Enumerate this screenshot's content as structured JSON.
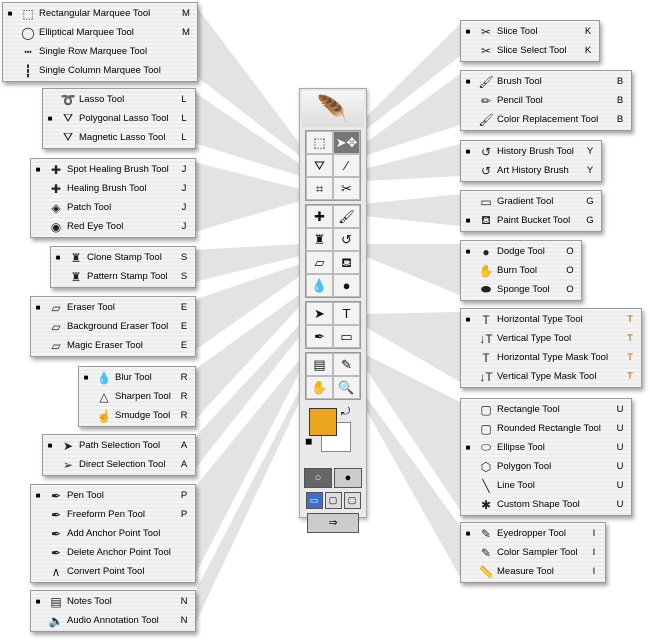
{
  "colors": {
    "foreground": "#eaa51e",
    "background": "#ffffff",
    "shortcut_type": "#b85a00"
  },
  "menus_left": [
    {
      "name": "marquee",
      "items": [
        {
          "label": "Rectangular Marquee Tool",
          "shortcut": "M",
          "icon": "rect-marquee-icon",
          "glyph": "⬚",
          "active": true
        },
        {
          "label": "Elliptical Marquee Tool",
          "shortcut": "M",
          "icon": "ellipse-marquee-icon",
          "glyph": "◯"
        },
        {
          "label": "Single Row Marquee Tool",
          "shortcut": "",
          "icon": "row-marquee-icon",
          "glyph": "┅"
        },
        {
          "label": "Single Column Marquee Tool",
          "shortcut": "",
          "icon": "column-marquee-icon",
          "glyph": "┇"
        }
      ]
    },
    {
      "name": "lasso",
      "items": [
        {
          "label": "Lasso Tool",
          "shortcut": "L",
          "icon": "lasso-icon",
          "glyph": "➰"
        },
        {
          "label": "Polygonal Lasso Tool",
          "shortcut": "L",
          "icon": "polygonal-lasso-icon",
          "glyph": "⛛",
          "active": true
        },
        {
          "label": "Magnetic Lasso Tool",
          "shortcut": "L",
          "icon": "magnetic-lasso-icon",
          "glyph": "⛛"
        }
      ]
    },
    {
      "name": "healing",
      "items": [
        {
          "label": "Spot Healing Brush Tool",
          "shortcut": "J",
          "icon": "spot-healing-icon",
          "glyph": "✚",
          "active": true
        },
        {
          "label": "Healing Brush Tool",
          "shortcut": "J",
          "icon": "healing-brush-icon",
          "glyph": "✚"
        },
        {
          "label": "Patch Tool",
          "shortcut": "J",
          "icon": "patch-icon",
          "glyph": "◈"
        },
        {
          "label": "Red Eye Tool",
          "shortcut": "J",
          "icon": "red-eye-icon",
          "glyph": "◉"
        }
      ]
    },
    {
      "name": "stamp",
      "items": [
        {
          "label": "Clone Stamp Tool",
          "shortcut": "S",
          "icon": "clone-stamp-icon",
          "glyph": "♜",
          "active": true
        },
        {
          "label": "Pattern Stamp Tool",
          "shortcut": "S",
          "icon": "pattern-stamp-icon",
          "glyph": "♜"
        }
      ]
    },
    {
      "name": "eraser",
      "items": [
        {
          "label": "Eraser Tool",
          "shortcut": "E",
          "icon": "eraser-icon",
          "glyph": "▱",
          "active": true
        },
        {
          "label": "Background Eraser Tool",
          "shortcut": "E",
          "icon": "background-eraser-icon",
          "glyph": "▱"
        },
        {
          "label": "Magic Eraser Tool",
          "shortcut": "E",
          "icon": "magic-eraser-icon",
          "glyph": "▱"
        }
      ]
    },
    {
      "name": "blur",
      "items": [
        {
          "label": "Blur Tool",
          "shortcut": "R",
          "icon": "blur-icon",
          "glyph": "💧",
          "active": true
        },
        {
          "label": "Sharpen Tool",
          "shortcut": "R",
          "icon": "sharpen-icon",
          "glyph": "△"
        },
        {
          "label": "Smudge Tool",
          "shortcut": "R",
          "icon": "smudge-icon",
          "glyph": "☝"
        }
      ]
    },
    {
      "name": "selection",
      "items": [
        {
          "label": "Path Selection Tool",
          "shortcut": "A",
          "icon": "path-selection-icon",
          "glyph": "➤",
          "active": true
        },
        {
          "label": "Direct Selection Tool",
          "shortcut": "A",
          "icon": "direct-selection-icon",
          "glyph": "➢"
        }
      ]
    },
    {
      "name": "pen",
      "items": [
        {
          "label": "Pen Tool",
          "shortcut": "P",
          "icon": "pen-icon",
          "glyph": "✒",
          "active": true
        },
        {
          "label": "Freeform Pen Tool",
          "shortcut": "P",
          "icon": "freeform-pen-icon",
          "glyph": "✒"
        },
        {
          "label": "Add Anchor Point Tool",
          "shortcut": "",
          "icon": "add-anchor-icon",
          "glyph": "✒"
        },
        {
          "label": "Delete Anchor Point Tool",
          "shortcut": "",
          "icon": "delete-anchor-icon",
          "glyph": "✒"
        },
        {
          "label": "Convert Point Tool",
          "shortcut": "",
          "icon": "convert-point-icon",
          "glyph": "∧"
        }
      ]
    },
    {
      "name": "notes",
      "items": [
        {
          "label": "Notes Tool",
          "shortcut": "N",
          "icon": "notes-icon",
          "glyph": "▤",
          "active": true
        },
        {
          "label": "Audio Annotation Tool",
          "shortcut": "N",
          "icon": "audio-annotation-icon",
          "glyph": "🔈"
        }
      ]
    }
  ],
  "menus_right": [
    {
      "name": "slice",
      "items": [
        {
          "label": "Slice Tool",
          "shortcut": "K",
          "icon": "slice-icon",
          "glyph": "✂",
          "active": true
        },
        {
          "label": "Slice Select Tool",
          "shortcut": "K",
          "icon": "slice-select-icon",
          "glyph": "✂"
        }
      ]
    },
    {
      "name": "brush",
      "items": [
        {
          "label": "Brush Tool",
          "shortcut": "B",
          "icon": "brush-icon",
          "glyph": "🖌",
          "active": true
        },
        {
          "label": "Pencil Tool",
          "shortcut": "B",
          "icon": "pencil-icon",
          "glyph": "✏"
        },
        {
          "label": "Color Replacement Tool",
          "shortcut": "B",
          "icon": "color-replacement-icon",
          "glyph": "🖌"
        }
      ]
    },
    {
      "name": "history",
      "items": [
        {
          "label": "History Brush Tool",
          "shortcut": "Y",
          "icon": "history-brush-icon",
          "glyph": "↺",
          "active": true
        },
        {
          "label": "Art History Brush",
          "shortcut": "Y",
          "icon": "art-history-brush-icon",
          "glyph": "↺"
        }
      ]
    },
    {
      "name": "fill",
      "items": [
        {
          "label": "Gradient Tool",
          "shortcut": "G",
          "icon": "gradient-icon",
          "glyph": "▭"
        },
        {
          "label": "Paint Bucket Tool",
          "shortcut": "G",
          "icon": "paint-bucket-icon",
          "glyph": "⛾",
          "active": true
        }
      ]
    },
    {
      "name": "dodge",
      "items": [
        {
          "label": "Dodge Tool",
          "shortcut": "O",
          "icon": "dodge-icon",
          "glyph": "●",
          "active": true
        },
        {
          "label": "Burn Tool",
          "shortcut": "O",
          "icon": "burn-icon",
          "glyph": "✋"
        },
        {
          "label": "Sponge Tool",
          "shortcut": "O",
          "icon": "sponge-icon",
          "glyph": "⬬"
        }
      ]
    },
    {
      "name": "type",
      "shortcut_orange": true,
      "items": [
        {
          "label": "Horizontal Type Tool",
          "shortcut": "T",
          "icon": "horizontal-type-icon",
          "glyph": "T",
          "active": true
        },
        {
          "label": "Vertical Type Tool",
          "shortcut": "T",
          "icon": "vertical-type-icon",
          "glyph": "↓T"
        },
        {
          "label": "Horizontal Type Mask Tool",
          "shortcut": "T",
          "icon": "horizontal-type-mask-icon",
          "glyph": "T"
        },
        {
          "label": "Vertical Type Mask Tool",
          "shortcut": "T",
          "icon": "vertical-type-mask-icon",
          "glyph": "↓T"
        }
      ]
    },
    {
      "name": "shape",
      "items": [
        {
          "label": "Rectangle Tool",
          "shortcut": "U",
          "icon": "rectangle-icon",
          "glyph": "▢"
        },
        {
          "label": "Rounded Rectangle Tool",
          "shortcut": "U",
          "icon": "rounded-rectangle-icon",
          "glyph": "▢"
        },
        {
          "label": "Ellipse Tool",
          "shortcut": "U",
          "icon": "ellipse-icon",
          "glyph": "⬭",
          "active": true
        },
        {
          "label": "Polygon Tool",
          "shortcut": "U",
          "icon": "polygon-icon",
          "glyph": "⬡"
        },
        {
          "label": "Line Tool",
          "shortcut": "U",
          "icon": "line-icon",
          "glyph": "╲"
        },
        {
          "label": "Custom Shape Tool",
          "shortcut": "U",
          "icon": "custom-shape-icon",
          "glyph": "✱"
        }
      ]
    },
    {
      "name": "eyedropper",
      "items": [
        {
          "label": "Eyedropper Tool",
          "shortcut": "I",
          "icon": "eyedropper-icon",
          "glyph": "✎",
          "active": true
        },
        {
          "label": "Color Sampler Tool",
          "shortcut": "I",
          "icon": "color-sampler-icon",
          "glyph": "✎"
        },
        {
          "label": "Measure Tool",
          "shortcut": "I",
          "icon": "measure-icon",
          "glyph": "📏"
        }
      ]
    }
  ],
  "active_marker": "■",
  "toolbar": {
    "groups": [
      [
        {
          "icon": "rect-marquee-icon",
          "glyph": "⬚"
        },
        {
          "icon": "move-icon",
          "glyph": "➤✥",
          "selected": true
        },
        {
          "icon": "lasso-icon",
          "glyph": "⛛"
        },
        {
          "icon": "magic-wand-icon",
          "glyph": "⁄"
        },
        {
          "icon": "crop-icon",
          "glyph": "⌗"
        },
        {
          "icon": "slice-icon",
          "glyph": "✂"
        }
      ],
      [
        {
          "icon": "healing-icon",
          "glyph": "✚"
        },
        {
          "icon": "brush-icon",
          "glyph": "🖌"
        },
        {
          "icon": "stamp-icon",
          "glyph": "♜"
        },
        {
          "icon": "history-brush-icon",
          "glyph": "↺"
        },
        {
          "icon": "eraser-icon",
          "glyph": "▱"
        },
        {
          "icon": "paint-bucket-icon",
          "glyph": "⛾"
        },
        {
          "icon": "blur-icon",
          "glyph": "💧"
        },
        {
          "icon": "dodge-icon",
          "glyph": "●"
        }
      ],
      [
        {
          "icon": "path-selection-icon",
          "glyph": "➤"
        },
        {
          "icon": "type-icon",
          "glyph": "T"
        },
        {
          "icon": "pen-icon",
          "glyph": "✒"
        },
        {
          "icon": "rectangle-icon",
          "glyph": "▭"
        }
      ],
      [
        {
          "icon": "notes-icon",
          "glyph": "▤"
        },
        {
          "icon": "eyedropper-icon",
          "glyph": "✎"
        },
        {
          "icon": "hand-icon",
          "glyph": "✋"
        },
        {
          "icon": "zoom-icon",
          "glyph": "🔍"
        }
      ]
    ]
  }
}
